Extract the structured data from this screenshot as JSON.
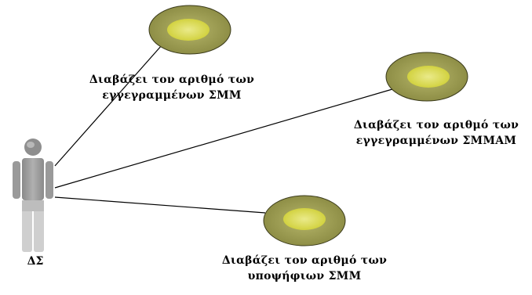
{
  "actor": {
    "name": "ΔΣ",
    "icon": "user-actor-icon"
  },
  "use_cases": [
    {
      "line1": "Διαβάζει τον αριθμό των",
      "line2": "εγγεγραμμένων ΣΜΜ"
    },
    {
      "line1": "Διαβάζει τον αριθμό των",
      "line2": "εγγεγραμμένων ΣΜΜΑΜ"
    },
    {
      "line1": "Διαβάζει τον αριθμό των",
      "line2": "υποψήφιων ΣΜΜ"
    }
  ],
  "colors": {
    "ellipse_outer": "#9e9e52",
    "ellipse_inner": "#dcdc48",
    "ellipse_stroke": "#3a3a1a",
    "actor_body": "#9a9a9a",
    "actor_legs": "#c8c8c8",
    "line": "#000000"
  }
}
